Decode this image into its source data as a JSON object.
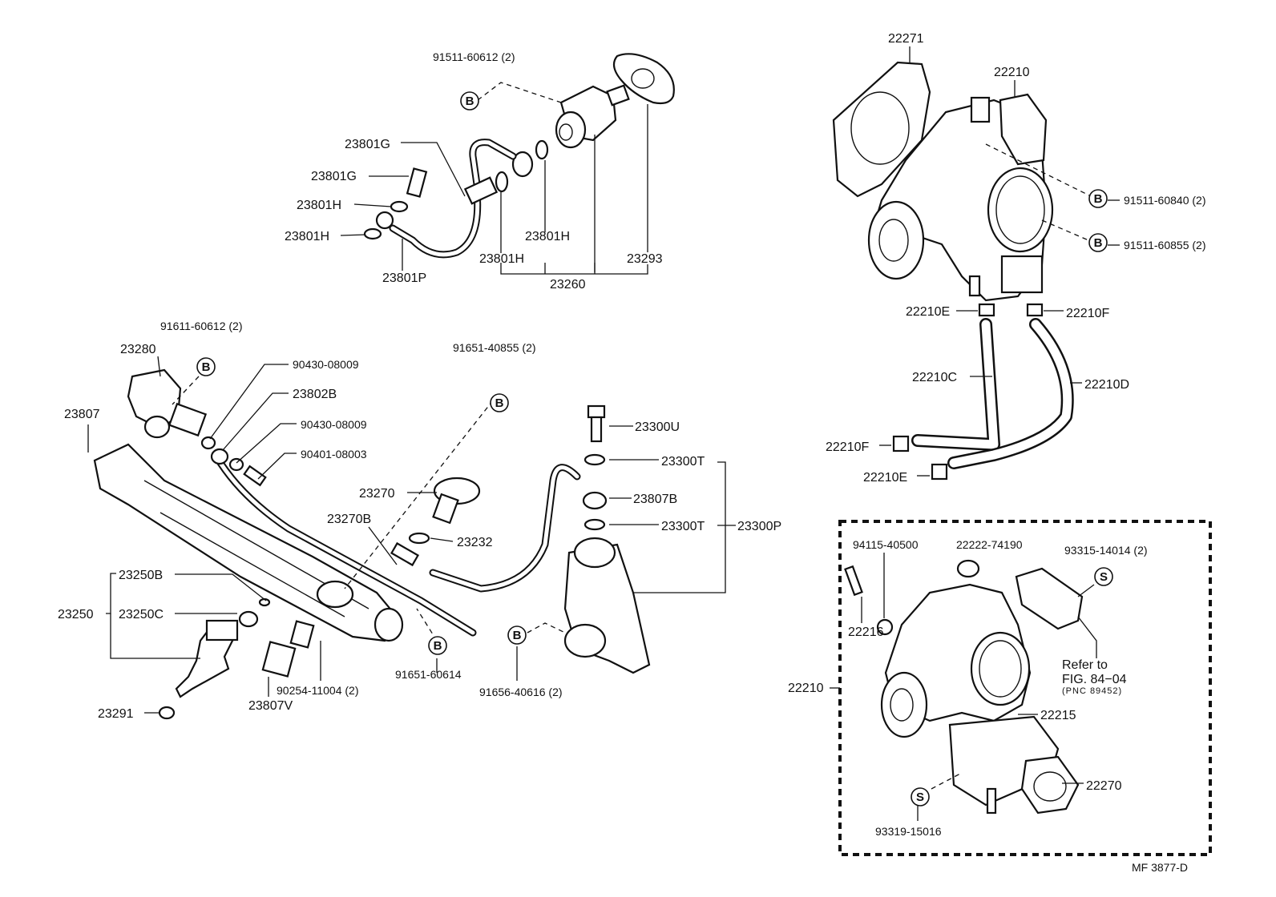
{
  "markers": {
    "b": "B",
    "s": "S"
  },
  "labels": {
    "p91511_60612": "91511-60612 (2)",
    "p23801G_a": "23801G",
    "p23801G_b": "23801G",
    "p23801H_a": "23801H",
    "p23801H_b": "23801H",
    "p23801H_c": "23801H",
    "p23801H_d": "23801H",
    "p23801P": "23801P",
    "p23260": "23260",
    "p23293": "23293",
    "p22271": "22271",
    "p22210_top": "22210",
    "p91511_60840": "91511-60840 (2)",
    "p91511_60855": "91511-60855 (2)",
    "p22210E_a": "22210E",
    "p22210F_a": "22210F",
    "p22210C": "22210C",
    "p22210D": "22210D",
    "p22210F_b": "22210F",
    "p22210E_b": "22210E",
    "p91611_60612": "91611-60612 (2)",
    "p23280": "23280",
    "p23807": "23807",
    "p90430_08009_a": "90430-08009",
    "p23802B": "23802B",
    "p90430_08009_b": "90430-08009",
    "p90401_08003": "90401-08003",
    "p91651_40855": "91651-40855 (2)",
    "p23300U": "23300U",
    "p23300T_a": "23300T",
    "p23807B": "23807B",
    "p23300T_b": "23300T",
    "p23300P": "23300P",
    "p23270": "23270",
    "p23270B": "23270B",
    "p23232": "23232",
    "p23250B": "23250B",
    "p23250": "23250",
    "p23250C": "23250C",
    "p91651_60614": "91651-60614",
    "p91656_40616": "91656-40616 (2)",
    "p90254_11004": "90254-11004 (2)",
    "p23807V": "23807V",
    "p23291": "23291",
    "p94115_40500": "94115-40500",
    "p22222_74190": "22222-74190",
    "p93315_14014": "93315-14014 (2)",
    "p22216": "22216",
    "p22210_left": "22210",
    "refer_line1": "Refer to",
    "refer_line2": "FIG. 84−04",
    "refer_line3": "(PNC 89452)",
    "p22215": "22215",
    "p22270": "22270",
    "p93319_15016": "93319-15016",
    "figure_code": "MF 3877-D"
  }
}
